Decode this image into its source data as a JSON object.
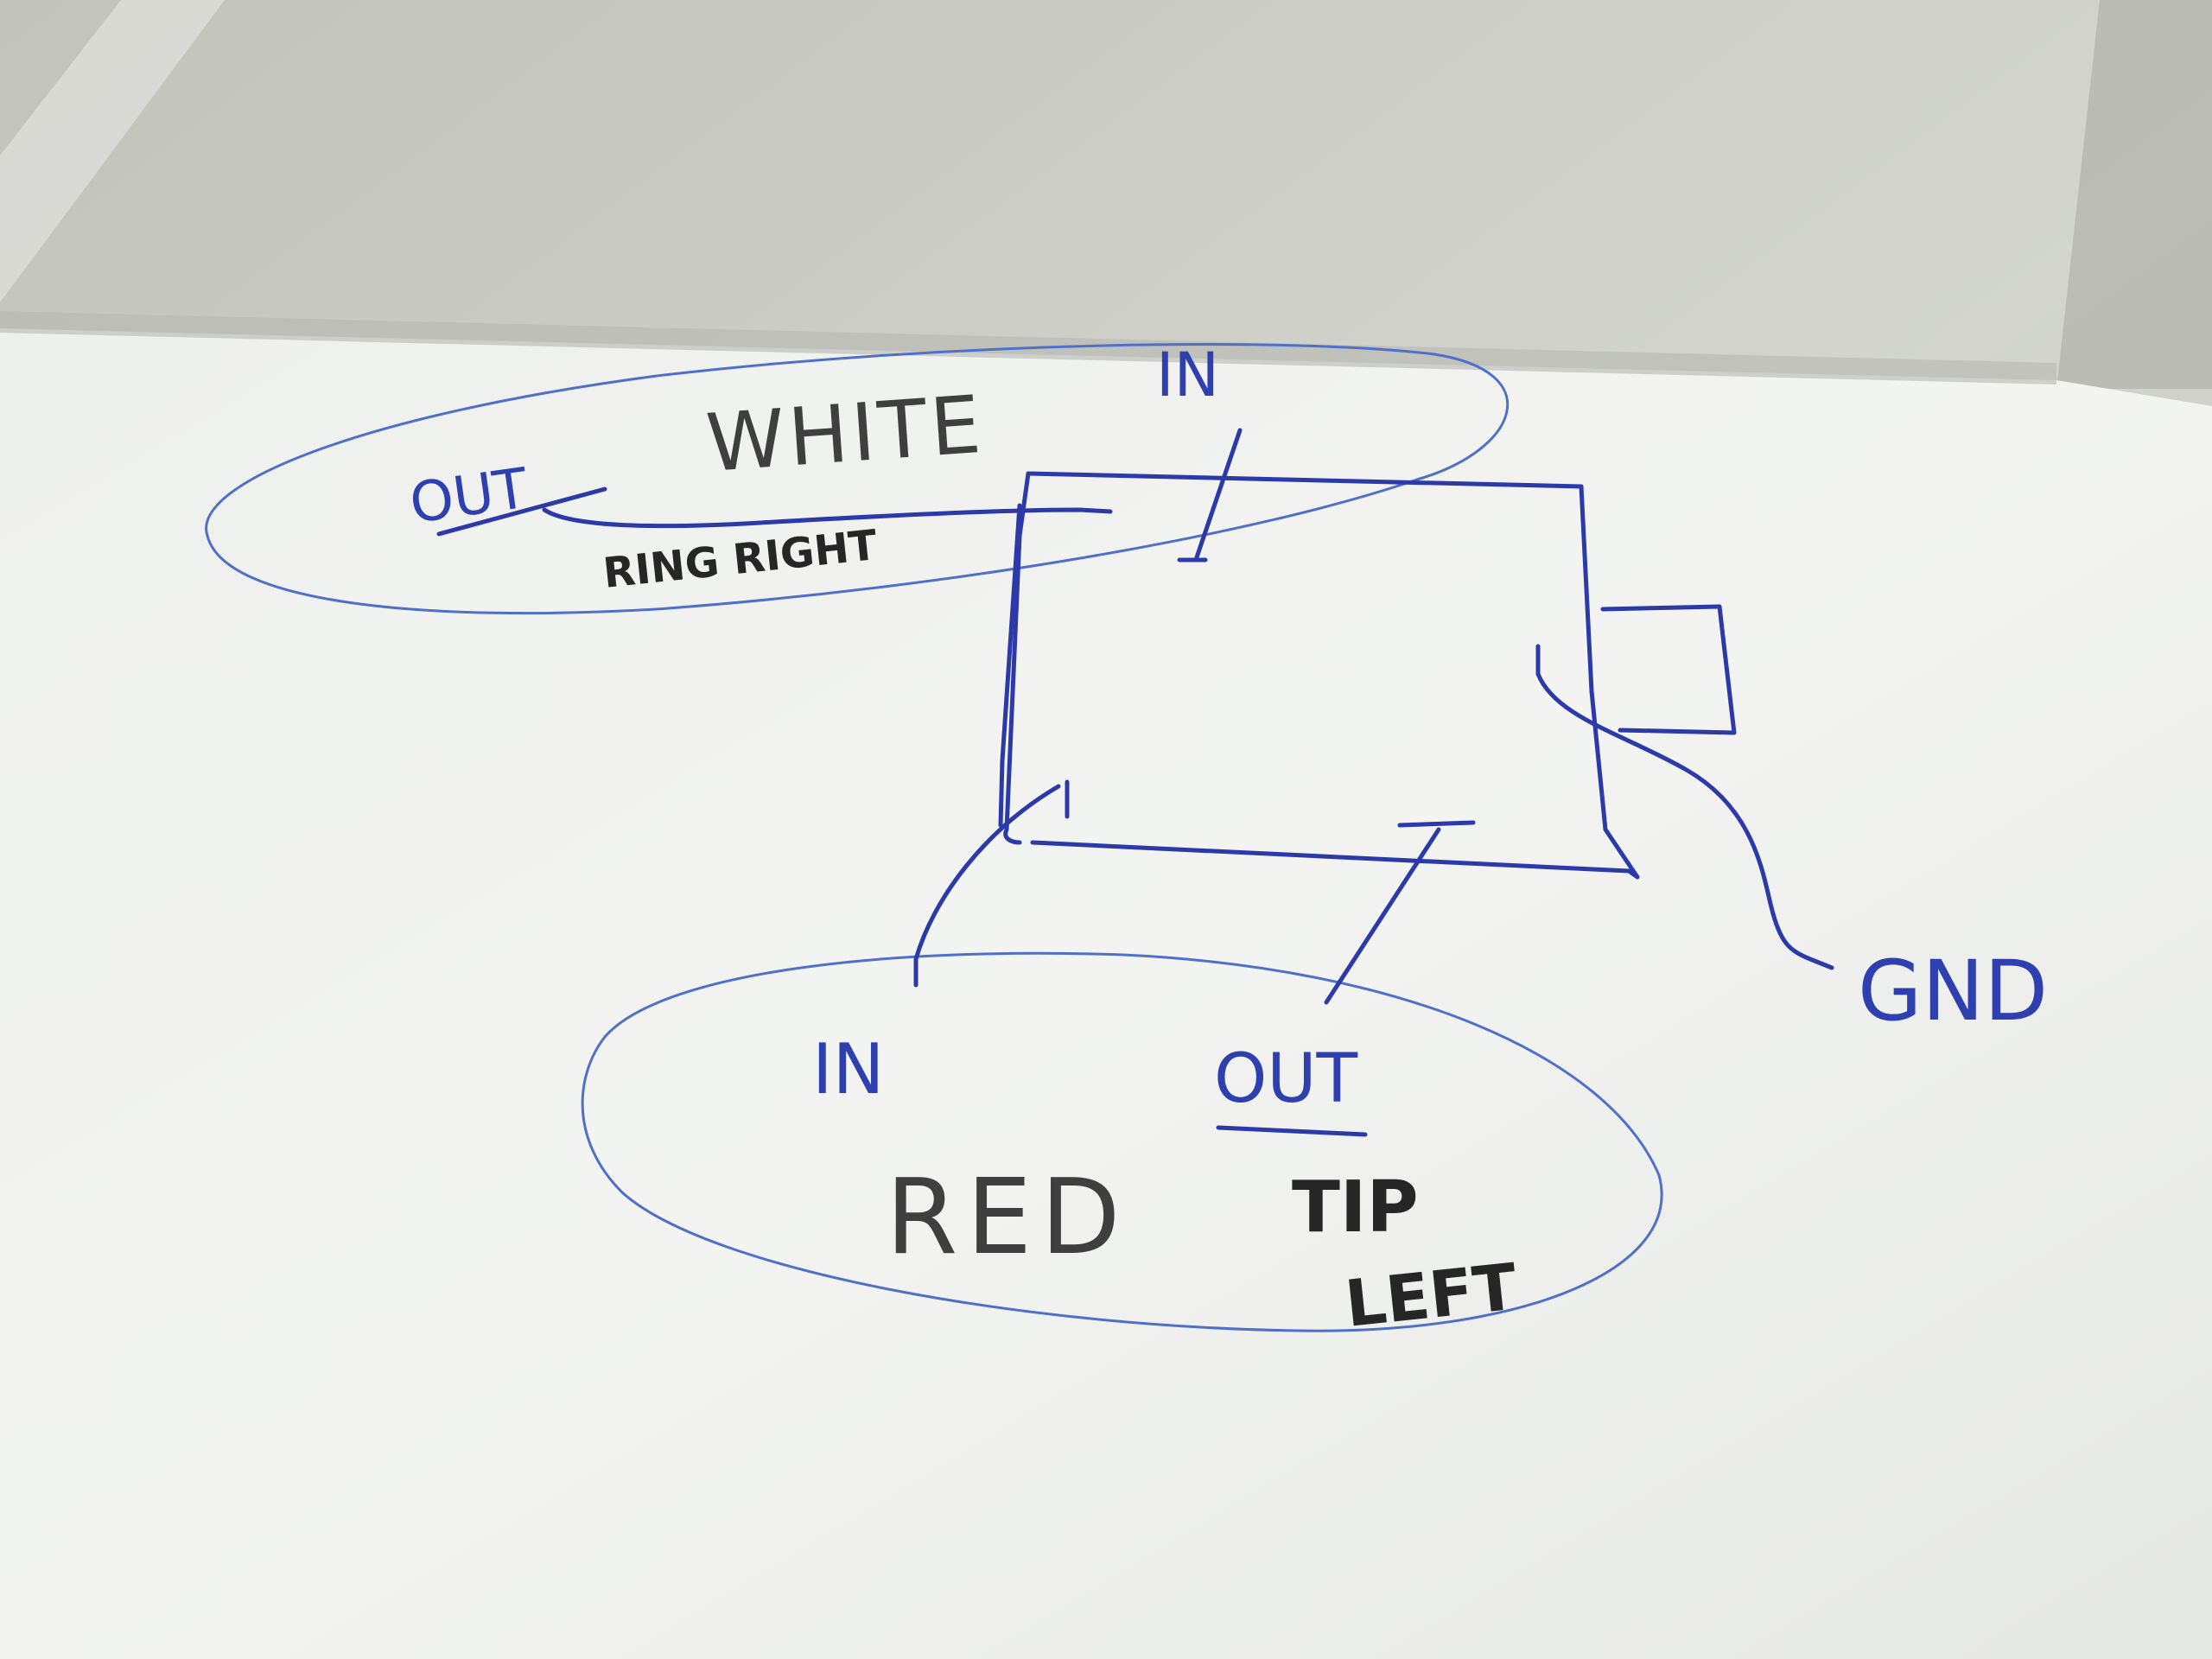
{
  "labels": {
    "top_out": "OUT",
    "top_color": "WHITE",
    "top_in": "IN",
    "top_channel": "RING RIGHT",
    "bottom_in": "IN",
    "bottom_out": "OUT",
    "bottom_color": "RED",
    "bottom_tip": "TIP",
    "bottom_left": "LEFT",
    "ground": "GND"
  },
  "colors": {
    "paper": "#eff1ee",
    "table": "#c9cbc4",
    "blue_ink": "#2b3aa8",
    "light_blue_ink": "#4f6fc8",
    "black_ink": "#3f3f3f"
  }
}
